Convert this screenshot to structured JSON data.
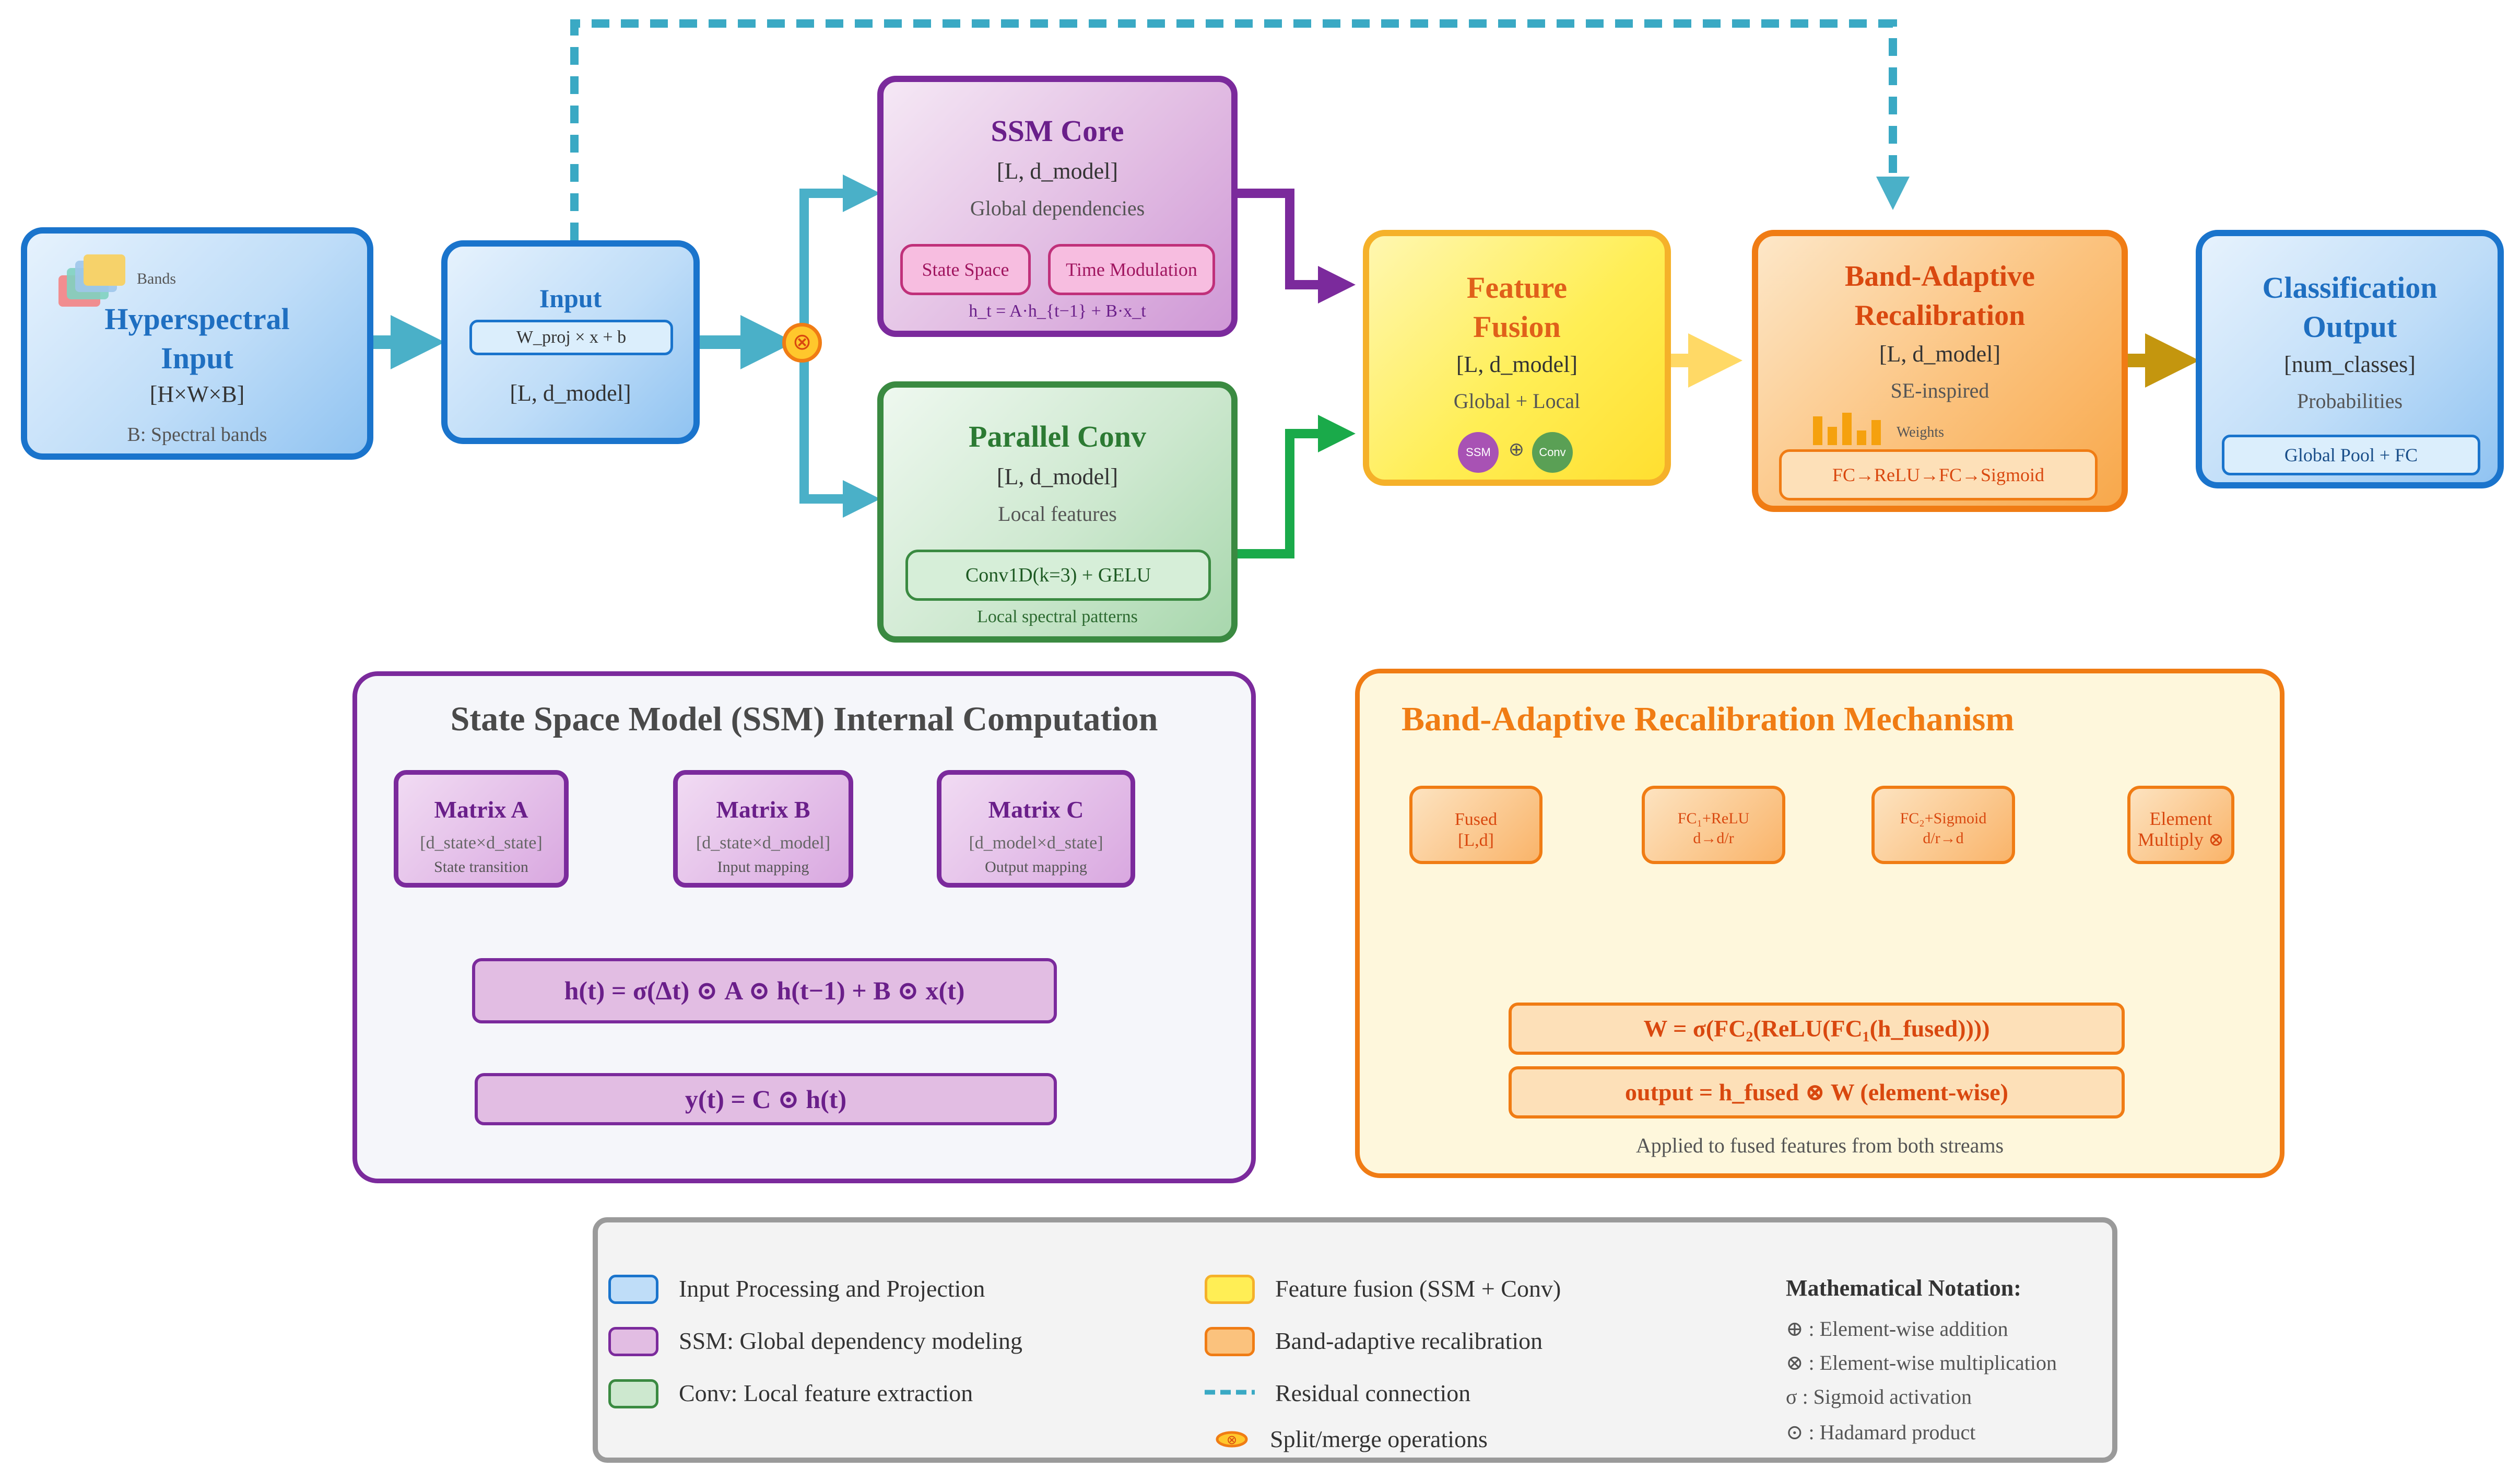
{
  "nodes": {
    "hyperspectral": {
      "bands_label": "Bands",
      "title_line1": "Hyperspectral",
      "title_line2": "Input",
      "shape": "[H×W×B]",
      "note": "B: Spectral bands"
    },
    "input": {
      "title": "Input",
      "formula": "W_proj × x + b",
      "shape": "[L, d_model]"
    },
    "split_symbol": "⊗",
    "ssm_core": {
      "title": "SSM Core",
      "shape": "[L, d_model]",
      "desc": "Global dependencies",
      "tag1": "State Space",
      "tag2": "Time Modulation",
      "formula": "h_t = A·h_{t−1} + B·x_t"
    },
    "parallel_conv": {
      "title": "Parallel Conv",
      "shape": "[L, d_model]",
      "desc": "Local features",
      "op": "Conv1D(k=3) + GELU",
      "note": "Local spectral patterns"
    },
    "fusion": {
      "title_line1": "Feature",
      "title_line2": "Fusion",
      "shape": "[L, d_model]",
      "desc": "Global + Local",
      "ssm_badge": "SSM",
      "plus": "⊕",
      "conv_badge": "Conv"
    },
    "recalibration": {
      "title_line1": "Band-Adaptive",
      "title_line2": "Recalibration",
      "shape": "[L, d_model]",
      "desc": "SE-inspired",
      "weights_label": "Weights",
      "op": "FC→ReLU→FC→Sigmoid"
    },
    "output": {
      "title_line1": "Classification",
      "title_line2": "Output",
      "shape": "[num_classes]",
      "desc": "Probabilities",
      "op": "Global Pool + FC"
    }
  },
  "ssm_panel": {
    "title": "State Space Model (SSM) Internal Computation",
    "matrices": [
      {
        "name": "Matrix A",
        "dims": "[d_state×d_state]",
        "role": "State transition"
      },
      {
        "name": "Matrix B",
        "dims": "[d_state×d_model]",
        "role": "Input mapping"
      },
      {
        "name": "Matrix C",
        "dims": "[d_model×d_state]",
        "role": "Output mapping"
      }
    ],
    "eq1": "h(t) = σ(Δt) ⊙ A ⊙ h(t−1) + B ⊙ x(t)",
    "eq2": "y(t) = C ⊙ h(t)"
  },
  "bar_panel": {
    "title": "Band-Adaptive Recalibration Mechanism",
    "steps": [
      {
        "line1": "Fused",
        "line2": "[L,d]"
      },
      {
        "line1": "FC₁+ReLU",
        "line2": "d→d/r"
      },
      {
        "line1": "FC₂+Sigmoid",
        "line2": "d/r→d"
      },
      {
        "line1": "Element",
        "line2": "Multiply ⊗"
      }
    ],
    "eq1": "W = σ(FC₂(ReLU(FC₁(h_fused))))",
    "eq2": "output = h_fused ⊗ W (element-wise)",
    "note": "Applied to fused features from both streams"
  },
  "legend": {
    "items": [
      {
        "label": "Input Processing and Projection"
      },
      {
        "label": "SSM: Global dependency modeling"
      },
      {
        "label": "Conv: Local feature extraction"
      },
      {
        "label": "Feature fusion (SSM + Conv)"
      },
      {
        "label": "Band-adaptive recalibration"
      },
      {
        "label": "Residual connection"
      },
      {
        "label": "Split/merge operations"
      }
    ],
    "notation_title": "Mathematical Notation:",
    "notation": [
      "⊕ : Element-wise addition",
      "⊗ : Element-wise multiplication",
      "σ : Sigmoid activation",
      "⊙ : Hadamard product"
    ]
  },
  "colors": {
    "blue": "#1a74cc",
    "purple": "#7b2a9c",
    "green": "#3a8a41",
    "yellow": "#f5b12a",
    "orange": "#f07c14",
    "residual": "#3aa9c4"
  }
}
